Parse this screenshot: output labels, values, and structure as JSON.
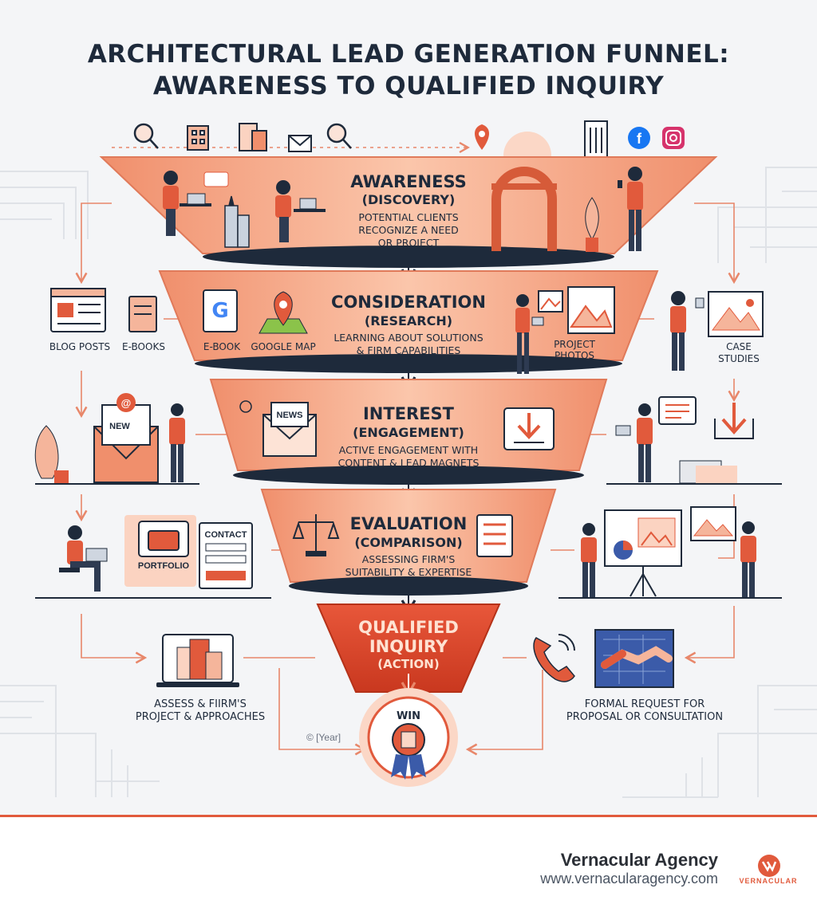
{
  "title": {
    "line1": "ARCHITECTURAL LEAD GENERATION FUNNEL:",
    "line2": "AWARENESS TO QUALIFIED INQUIRY"
  },
  "stages": [
    {
      "title": "AWARENESS",
      "subtitle": "(DISCOVERY)",
      "desc": [
        "POTENTIAL CLIENTS",
        "RECOGNIZE A NEED",
        "OR PROJECT"
      ]
    },
    {
      "title": "CONSIDERATION",
      "subtitle": "(RESEARCH)",
      "desc": [
        "LEARNING ABOUT SOLUTIONS",
        "& FIRM CAPABILITIES"
      ]
    },
    {
      "title": "INTEREST",
      "subtitle": "(ENGAGEMENT)",
      "desc": [
        "ACTIVE ENGAGEMENT WITH",
        "CONTENT & LEAD MAGNETS"
      ]
    },
    {
      "title": "EVALUATION",
      "subtitle": "(COMPARISON)",
      "desc": [
        "ASSESSING FIRM'S",
        "SUITABILITY & EXPERTISE"
      ]
    },
    {
      "title": [
        "QUALIFIED",
        "INQUIRY"
      ],
      "subtitle": "(ACTION)"
    }
  ],
  "labels": {
    "blog_posts": "BLOG POSTS",
    "e_books": "E-BOOKS",
    "e_book": "E-BOOK",
    "google_map": "GOOGLE MAP",
    "project_photos": [
      "PROJECT",
      "PHOTOS"
    ],
    "case_studies": [
      "CASE",
      "STUDIES"
    ],
    "news": "NEWS",
    "new": "NEW",
    "portfolio": "PORTFOLIO",
    "contact": "CONTACT",
    "assess": [
      "ASSESS & FIIRM'S",
      "PROJECT & APPROACHES"
    ],
    "formal": [
      "FORMAL REQUEST FOR",
      "PROPOSAL OR CONSULTATION"
    ],
    "win": "WIN",
    "copyright": "© [Year]"
  },
  "icons": {
    "google_letter": "G",
    "social_facebook": "f"
  },
  "footer": {
    "agency_name": "Vernacular Agency",
    "agency_url": "www.vernacularagency.com",
    "logo_text": "VERNACULAR"
  },
  "colors": {
    "accent": "#e15a3c",
    "funnel": "#f5a98a",
    "funnel_dark": "#1e2a3b",
    "background": "#f4f5f7"
  }
}
